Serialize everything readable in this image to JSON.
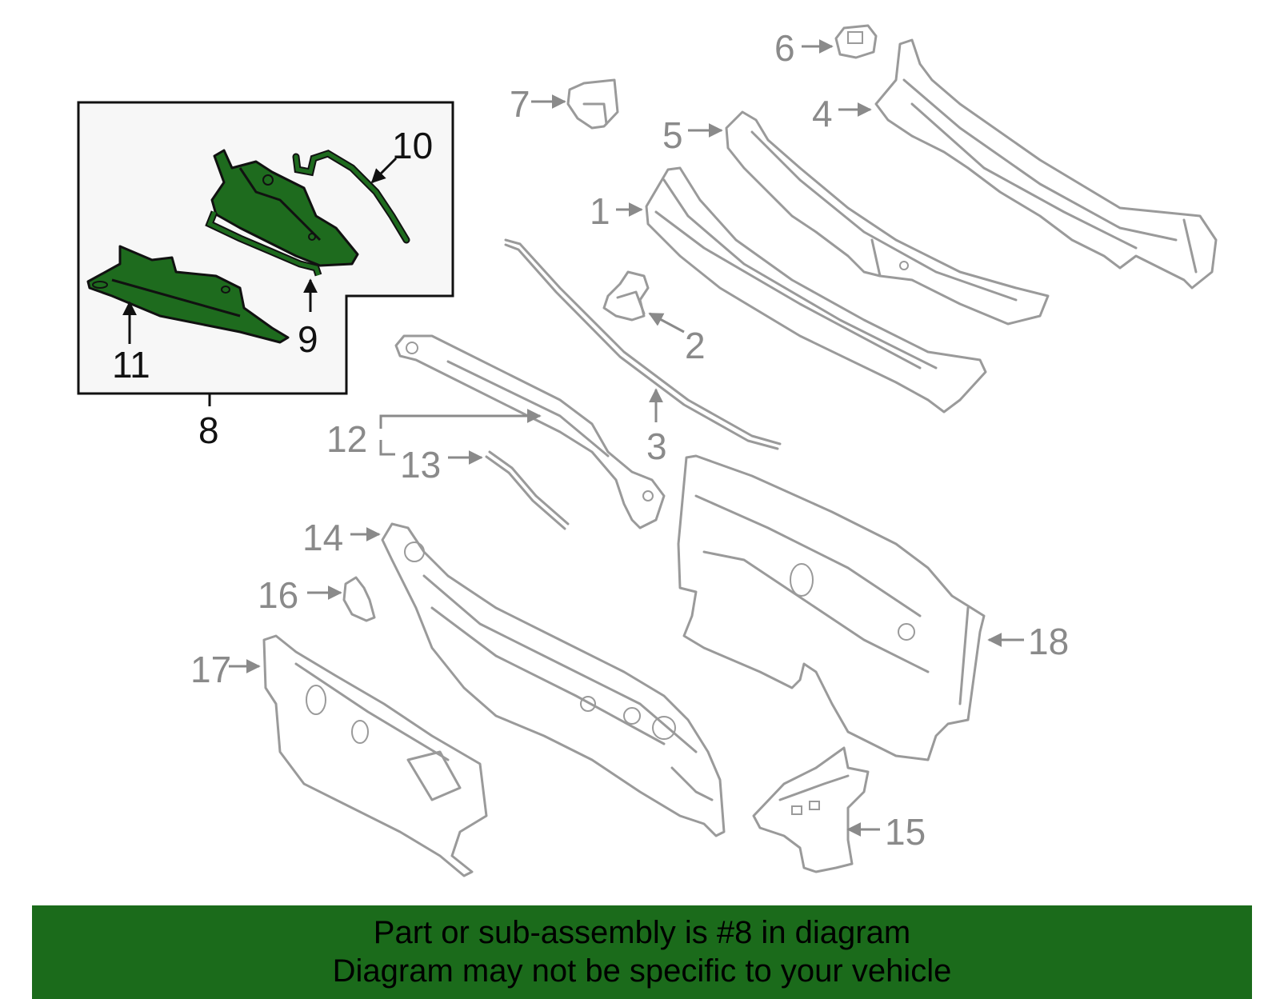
{
  "callouts": {
    "c1": "1",
    "c2": "2",
    "c3": "3",
    "c4": "4",
    "c5": "5",
    "c6": "6",
    "c7": "7",
    "c8": "8",
    "c9": "9",
    "c10": "10",
    "c11": "11",
    "c12": "12",
    "c13": "13",
    "c14": "14",
    "c15": "15",
    "c16": "16",
    "c17": "17",
    "c18": "18"
  },
  "highlighted_part": "8",
  "colors": {
    "highlight_fill": "#1e6b1e",
    "banner_bg": "#1b6b1b",
    "part_outline": "#9a9a9a",
    "inset_bg": "#f7f7f7"
  },
  "banner": {
    "line1": "Part or sub-assembly is #8 in diagram",
    "line2": "Diagram may not be specific to your vehicle"
  }
}
